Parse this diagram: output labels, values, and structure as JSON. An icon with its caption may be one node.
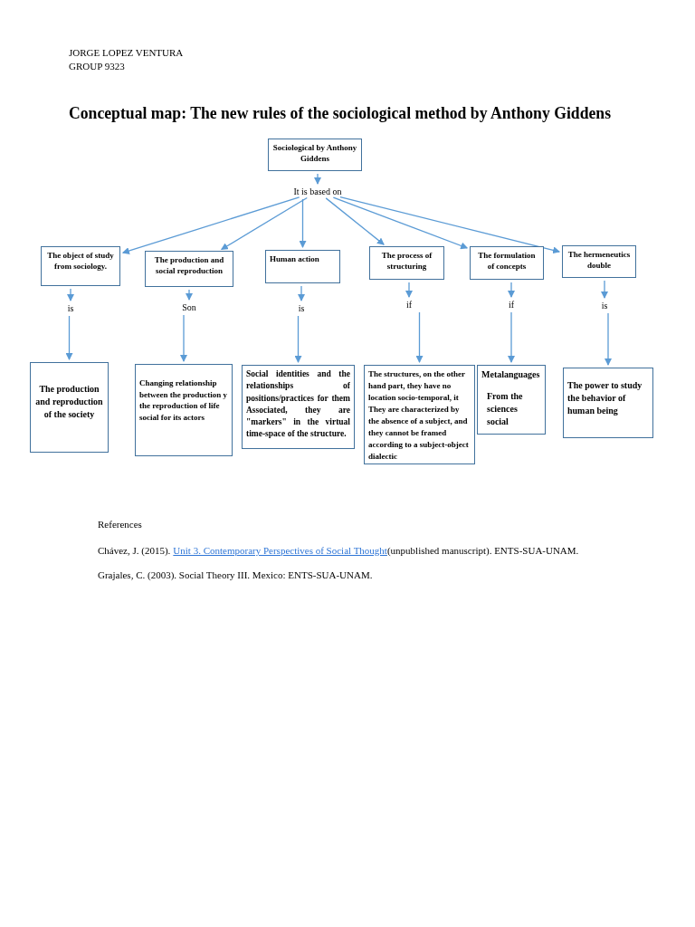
{
  "diagram": {
    "title": "Conceptual map: The new rules of the sociological method by Anthony Giddens",
    "nodes": [
      {
        "text": [
          "Sociological by Anthony Giddens"
        ]
      },
      {
        "text": [
          "It is based on"
        ]
      },
      {
        "text": [
          "The object of study from sociology."
        ]
      },
      {
        "text": [
          "The production and social reproduction"
        ]
      },
      {
        "text": [
          "Human action"
        ]
      },
      {
        "text": [
          "The process of structuring"
        ]
      },
      {
        "text": [
          "The formulation of concepts"
        ]
      },
      {
        "text": [
          "The hermeneutics double"
        ]
      },
      {
        "text": [
          "is"
        ]
      },
      {
        "text": [
          "Son"
        ]
      },
      {
        "text": [
          "is"
        ]
      },
      {
        "text": [
          "if"
        ]
      },
      {
        "text": [
          "if"
        ]
      },
      {
        "text": [
          "is"
        ]
      },
      {
        "text": [
          "The production and reproduction of the society"
        ]
      },
      {
        "text": [
          "Changing relationship between the production y the reproduction of life social for its actors"
        ]
      },
      {
        "text": [
          "Social identities and the relationships of positions/practices for them Associated, they are \"markers\" in the virtual time-space of the structure."
        ]
      },
      {
        "text": [
          "The structures, on the other hand part, they have no location socio-temporal, it They are characterized by the absence of a subject, and they cannot be framed according to a subject-object dialectic"
        ]
      },
      {
        "text": [
          "Metalanguages",
          "From the sciences social"
        ]
      },
      {
        "text": [
          "The power to study the behavior of human being"
        ]
      }
    ],
    "edges": [
      {
        "from": 0,
        "to": 1,
        "arrow": "to"
      },
      {
        "from": 1,
        "to": 2,
        "arrow": "to"
      },
      {
        "from": 1,
        "to": 3,
        "arrow": "to"
      },
      {
        "from": 1,
        "to": 4,
        "arrow": "to"
      },
      {
        "from": 1,
        "to": 5,
        "arrow": "to"
      },
      {
        "from": 1,
        "to": 6,
        "arrow": "to"
      },
      {
        "from": 1,
        "to": 7,
        "arrow": "to"
      },
      {
        "from": 2,
        "to": 8,
        "arrow": "to"
      },
      {
        "from": 3,
        "to": 9,
        "arrow": "to"
      },
      {
        "from": 4,
        "to": 10,
        "arrow": "to"
      },
      {
        "from": 5,
        "to": 11,
        "arrow": "to"
      },
      {
        "from": 6,
        "to": 12,
        "arrow": "to"
      },
      {
        "from": 7,
        "to": 13,
        "arrow": "to"
      },
      {
        "from": 8,
        "to": 14,
        "arrow": "to"
      },
      {
        "from": 9,
        "to": 15,
        "arrow": "to"
      },
      {
        "from": 10,
        "to": 16,
        "arrow": "to"
      },
      {
        "from": 11,
        "to": 17,
        "arrow": "to"
      },
      {
        "from": 12,
        "to": 18,
        "arrow": "to"
      },
      {
        "from": 13,
        "to": 19,
        "arrow": "to"
      }
    ],
    "labels": [
      "JORGE LOPEZ VENTURA",
      "GROUP 9323",
      "References",
      "Chávez, J. (2015).",
      "Unit 3. Contemporary Perspectives of Social Thought",
      "(unpublished manuscript). ENTS-SUA-UNAM.",
      "Grajales, C. (2003). Social Theory III. Mexico: ENTS-SUA-UNAM."
    ]
  }
}
